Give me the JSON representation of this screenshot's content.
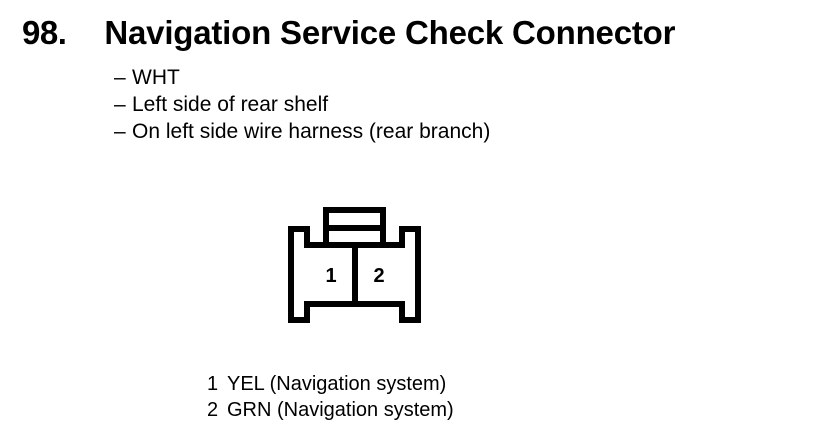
{
  "header": {
    "number": "98.",
    "title": "Navigation Service Check Connector",
    "bullets": [
      {
        "dash": "–",
        "text": "WHT"
      },
      {
        "dash": "–",
        "text": "Left side of rear shelf"
      },
      {
        "dash": "–",
        "text": "On left side wire harness (rear branch)"
      }
    ]
  },
  "connector": {
    "name": "two-pin-connector",
    "cavities": [
      {
        "number": "1"
      },
      {
        "number": "2"
      }
    ],
    "stroke_color": "#000000",
    "fill_color": "#ffffff"
  },
  "legend": {
    "rows": [
      {
        "pin": "1",
        "description": "YEL (Navigation system)"
      },
      {
        "pin": "2",
        "description": "GRN (Navigation system)"
      }
    ]
  }
}
